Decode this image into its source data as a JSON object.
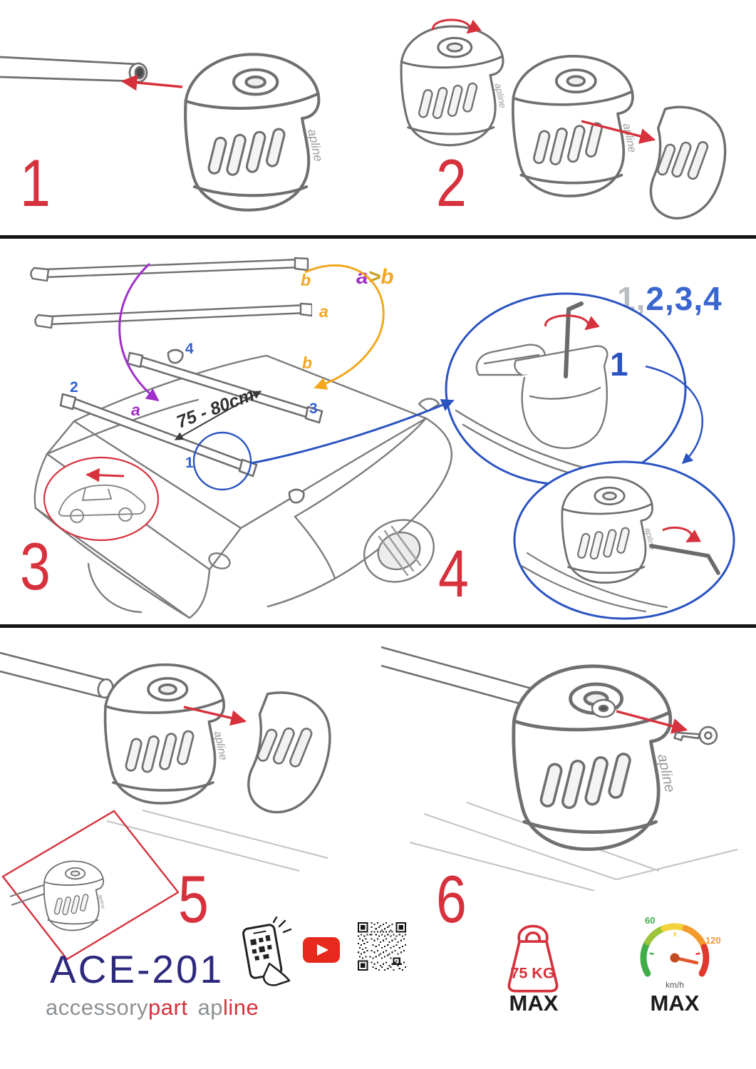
{
  "colors": {
    "accent_red": "#d6313c",
    "blue": "#2a53c2",
    "label_blue": "#2f5fd0",
    "purple": "#a12fc9",
    "orange": "#f2a71f",
    "gray": "#b9bdc1",
    "navy": "#2d2a7e",
    "green": "#3fae49",
    "youtube_red": "#e62b1e"
  },
  "steps": [
    "1",
    "2",
    "3",
    "4",
    "5",
    "6"
  ],
  "install": {
    "bar_top_label": "b",
    "bar_bottom_label": "a",
    "order_a": "a",
    "order_gt": ">",
    "order_b": "b",
    "sequence_gray": "1,",
    "sequence_blue": "2,3,4",
    "distance": "75 - 80cm",
    "roof_num_1": "1",
    "roof_num_2": "2",
    "roof_num_3": "3",
    "roof_num_4": "4",
    "roof_a": "a",
    "roof_b": "b",
    "detail_number": "1"
  },
  "branding": {
    "model": "ACE-201",
    "brand_gray": "accessory",
    "brand_red": "part",
    "brand2_gray": "ap",
    "brand2_red": "line",
    "logo_text": "apline"
  },
  "badges": {
    "weight_value": "75 KG",
    "weight_max": "MAX",
    "speed_low": "60",
    "speed_high": "120",
    "speed_unit": "km/h",
    "speed_max": "MAX"
  }
}
